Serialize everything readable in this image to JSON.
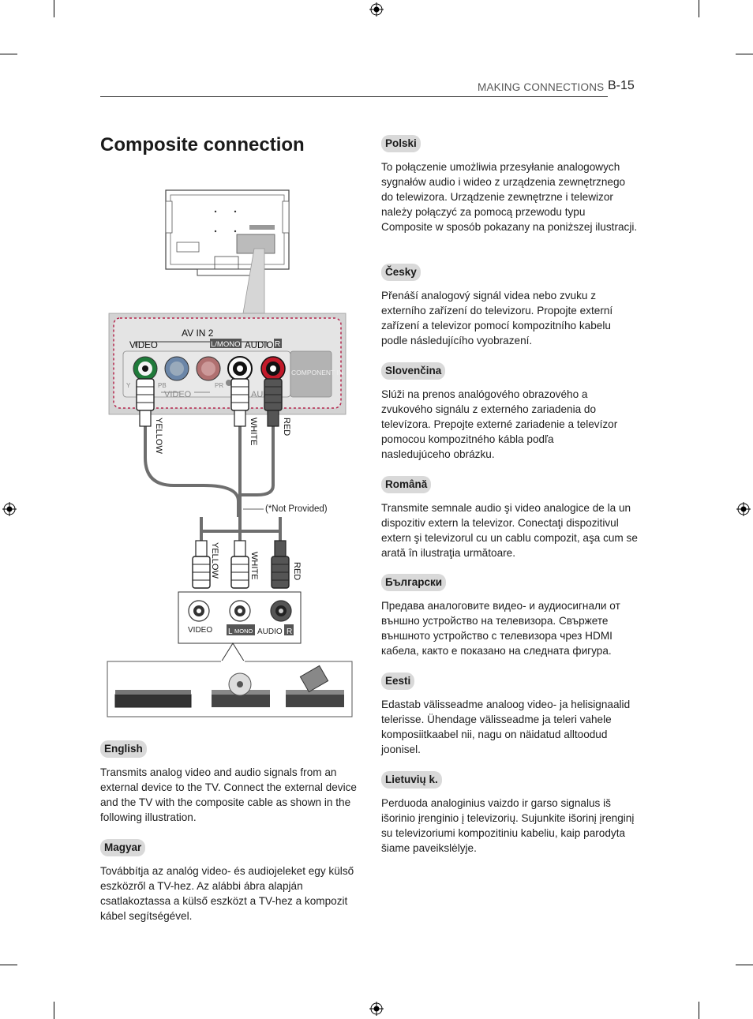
{
  "header": {
    "section": "MAKING CONNECTIONS",
    "page": "B-15"
  },
  "title": "Composite connection",
  "diagram": {
    "panel_label": "AV IN 2",
    "video_label": "VIDEO",
    "mono_label": "L/MONO",
    "audio_label": "AUDIO",
    "r_label": "R",
    "y_label": "Y",
    "pb_label": "PB",
    "pr_label": "PR",
    "video_sub_label": "VIDEO",
    "audio_sub_label": "AUD",
    "component_label": "COMPONENT IN",
    "cable_yellow": "YELLOW",
    "cable_white": "WHITE",
    "cable_red": "RED",
    "not_provided": "(*Not Provided)",
    "device_video": "VIDEO",
    "device_l": "L",
    "device_mono": "MONO",
    "device_audio": "AUDIO",
    "device_r": "R"
  },
  "languages": [
    {
      "name": "English",
      "text": "Transmits analog video and audio signals from an external device to the TV. Connect the external device and the TV with the composite cable as shown in the following illustration."
    },
    {
      "name": "Magyar",
      "text": "Továbbítja az analóg video- és audiojeleket egy külső eszközről a TV-hez. Az alábbi ábra alapján csatlakoztassa a külső eszközt a TV-hez a kompozit kábel segítségével."
    },
    {
      "name": "Polski",
      "text": "To połączenie umożliwia przesyłanie analogowych sygnałów audio i wideo z urządzenia zewnętrznego do telewizora. Urządzenie zewnętrzne i telewizor należy połączyć za pomocą przewodu typu Composite w sposób pokazany na poniższej ilustracji."
    },
    {
      "name": "Česky",
      "text": "Přenáší analogový signál videa nebo zvuku z externího zařízení do televizoru. Propojte externí zařízení a televizor pomocí kompozitního kabelu podle následujícího vyobrazení."
    },
    {
      "name": "Slovenčina",
      "text": "Slúži na prenos analógového obrazového a zvukového signálu z externého zariadenia do televízora. Prepojte externé zariadenie a televízor pomocou kompozitného kábla podľa nasledujúceho obrázku."
    },
    {
      "name": "Română",
      "text": "Transmite semnale audio şi video analogice de la un dispozitiv extern la televizor. Conectaţi dispozitivul extern şi televizorul cu un cablu compozit, aşa cum se arată în ilustraţia următoare."
    },
    {
      "name": "Български",
      "text": "Предава аналоговите видео- и аудиосигнали от външно устройство на телевизора. Свържете външното устройство с телевизора чрез HDMI кабела, както е показано на следната фигура."
    },
    {
      "name": "Eesti",
      "text": "Edastab välisseadme analoog video- ja helisignaalid telerisse. Ühendage välisseadme ja teleri vahele komposiitkaabel nii, nagu on näidatud alltoodud joonisel."
    },
    {
      "name": "Lietuvių k.",
      "text": "Perduoda analoginius vaizdo ir garso signalus iš išorinio įrenginio į televizorių. Sujunkite išorinį įrenginį su televizoriumi kompozitiniu kabeliu, kaip parodyta šiame paveikslėlyje."
    }
  ]
}
